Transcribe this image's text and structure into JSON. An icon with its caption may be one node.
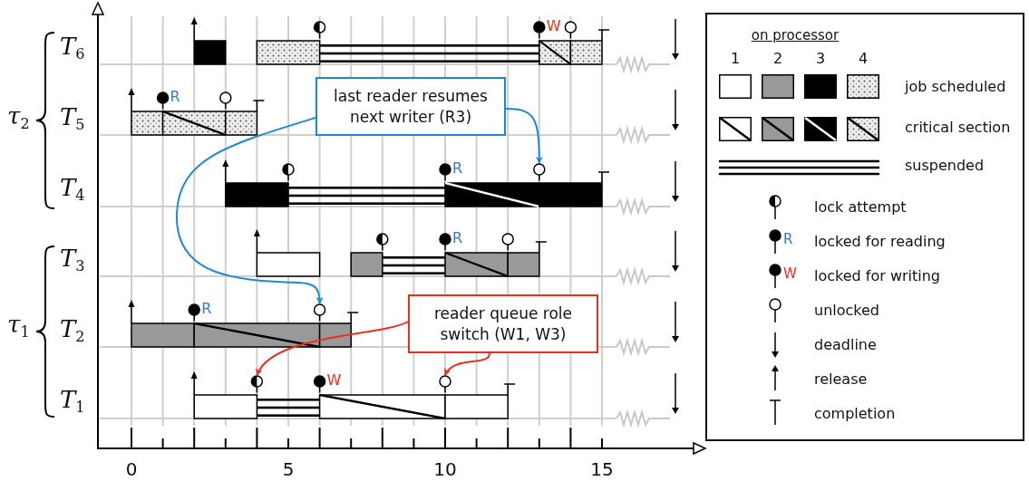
{
  "diagram": {
    "nodes": [
      {
        "text": [],
        "shape": "circle"
      },
      {
        "text": [],
        "shape": "circle",
        "beside": [
          "W"
        ]
      },
      {
        "text": [],
        "shape": "circle"
      },
      {
        "text": [
          "last reader resumes next writer (R3)"
        ]
      },
      {
        "text": [],
        "shape": "circle",
        "beside": [
          "R"
        ]
      },
      {
        "text": [],
        "shape": "circle"
      },
      {
        "text": [],
        "shape": "circle"
      },
      {
        "text": [],
        "shape": "circle",
        "beside": [
          "R"
        ]
      },
      {
        "text": [],
        "shape": "circle"
      },
      {
        "text": [],
        "shape": "circle"
      },
      {
        "text": [],
        "shape": "circle",
        "beside": [
          "R"
        ]
      },
      {
        "text": [],
        "shape": "circle"
      },
      {
        "text": [
          "reader queue role switch (W1, W3)"
        ]
      },
      {
        "text": [],
        "shape": "circle",
        "beside": [
          "R"
        ]
      },
      {
        "text": [],
        "shape": "circle"
      },
      {
        "text": [],
        "shape": "circle"
      },
      {
        "text": [],
        "shape": "circle",
        "beside": [
          "W"
        ]
      },
      {
        "text": [],
        "shape": "circle"
      }
    ],
    "edges": [
      {
        "from": 3,
        "to": 8,
        "arrow": "to",
        "color": "#1e88d8"
      },
      {
        "from": 3,
        "to": 14,
        "arrow": "to",
        "color": "#1e88d8"
      },
      {
        "from": 12,
        "to": 15,
        "arrow": "to",
        "color": "#e8301c"
      },
      {
        "from": 12,
        "to": 17,
        "arrow": "to",
        "color": "#e8301c"
      }
    ],
    "labels": [
      "T$_{6}$",
      "τ$_{2}$",
      "T$_{5}$",
      "T$_{4}$",
      "T$_{3}$",
      "τ$_{1}$",
      "T$_{2}$",
      "T$_{1}$",
      "0",
      "5",
      "10",
      "15",
      "on processor",
      "1",
      "2",
      "3",
      "4",
      "R",
      "W"
    ],
    "legend": [
      {
        "text": "job scheduled"
      },
      {
        "text": "critical section"
      },
      {
        "text": "suspended"
      },
      {
        "text": "lock attempt"
      },
      {
        "text": "locked for reading"
      },
      {
        "text": "locked for writing"
      },
      {
        "text": "unlocked"
      },
      {
        "text": "deadline"
      },
      {
        "text": "release"
      },
      {
        "text": "completion"
      }
    ]
  }
}
